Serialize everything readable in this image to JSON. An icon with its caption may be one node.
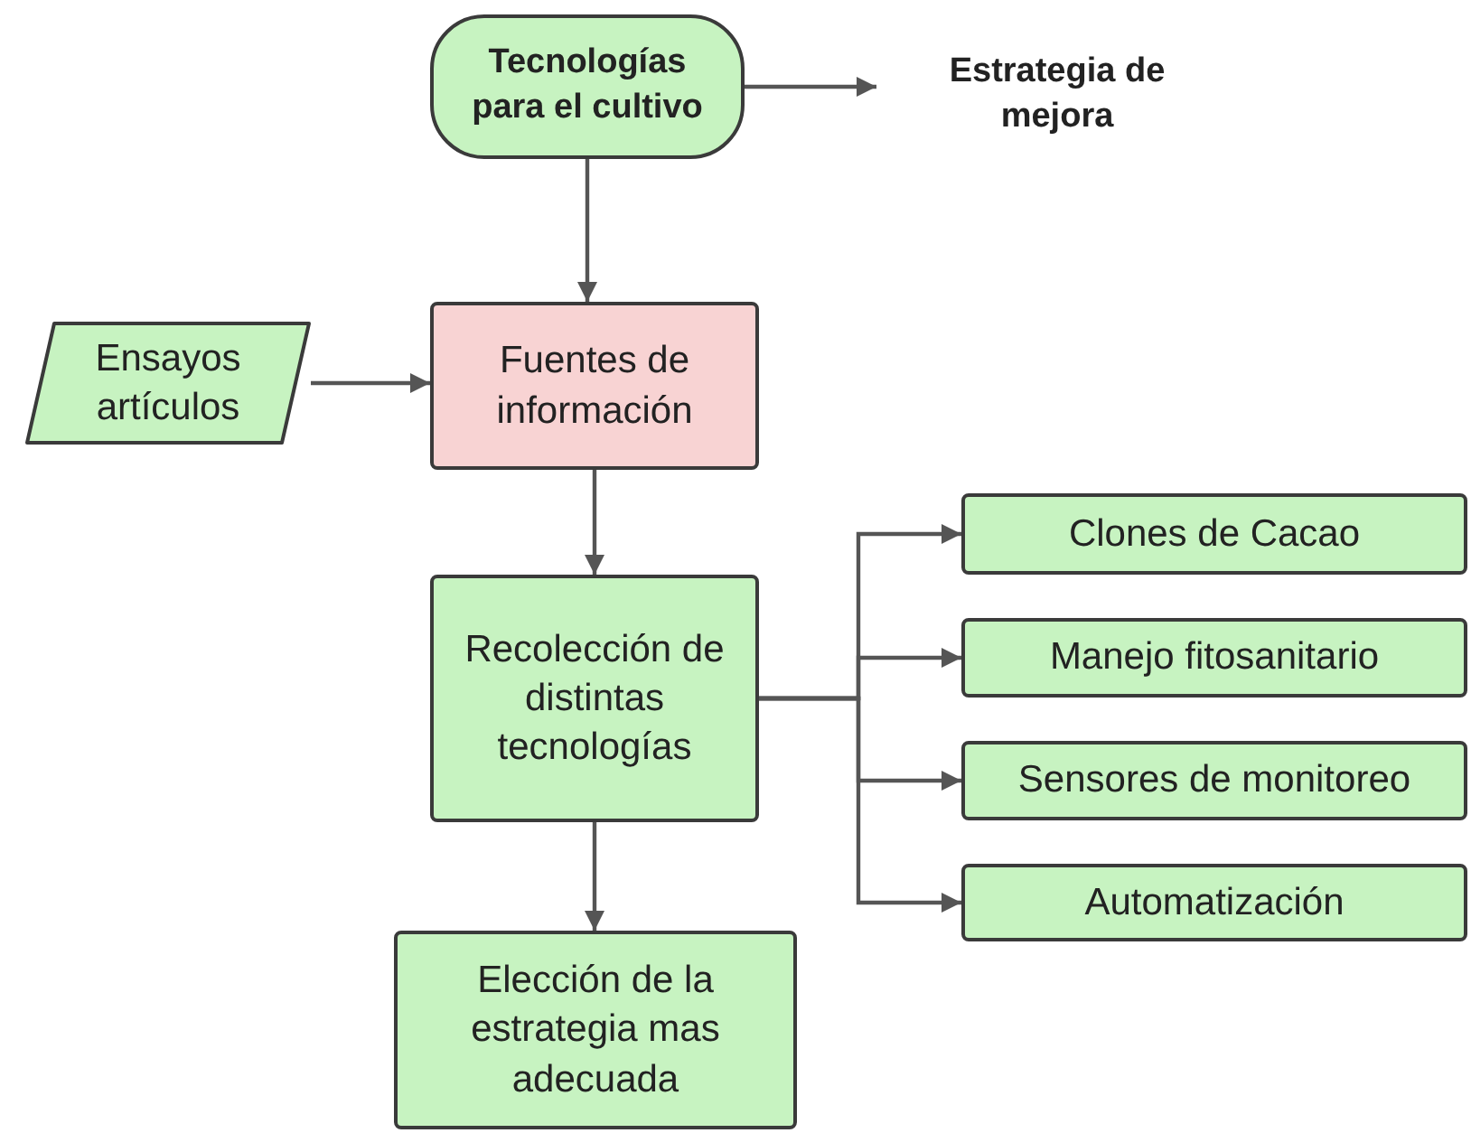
{
  "diagram": {
    "nodes": [
      {
        "text": [
          "Tecnologías para el cultivo"
        ]
      },
      {
        "text": [
          "Estrategia de mejora"
        ]
      },
      {
        "text": [
          "Ensayos artículos"
        ]
      },
      {
        "text": [
          "Fuentes de información"
        ]
      },
      {
        "text": [
          "Recolección de distintas tecnologías"
        ]
      },
      {
        "text": [
          "Clones de Cacao"
        ]
      },
      {
        "text": [
          "Manejo fitosanitario"
        ]
      },
      {
        "text": [
          "Sensores de monitoreo"
        ]
      },
      {
        "text": [
          "Automatización"
        ]
      },
      {
        "text": [
          "Elección de la estrategia mas adecuada"
        ]
      }
    ],
    "edges": [
      {
        "from": 0,
        "to": 1,
        "arrow": "to"
      },
      {
        "from": 0,
        "to": 3,
        "arrow": "to"
      },
      {
        "from": 2,
        "to": 3,
        "arrow": "to"
      },
      {
        "from": 3,
        "to": 4,
        "arrow": "to"
      },
      {
        "from": 4,
        "to": 5,
        "arrow": "to"
      },
      {
        "from": 4,
        "to": 6,
        "arrow": "to"
      },
      {
        "from": 4,
        "to": 7,
        "arrow": "to"
      },
      {
        "from": 4,
        "to": 8,
        "arrow": "to"
      },
      {
        "from": 4,
        "to": 9,
        "arrow": "to"
      }
    ]
  }
}
